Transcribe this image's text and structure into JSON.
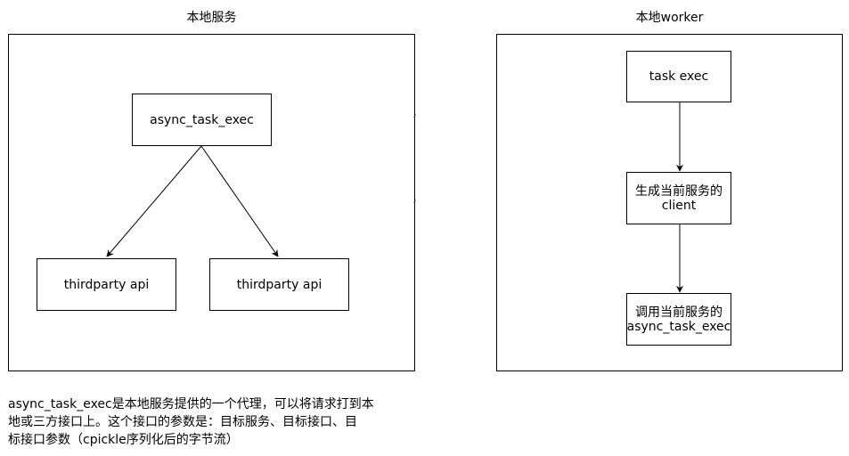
{
  "left_panel": {
    "title": "本地服务",
    "root_node": "async_task_exec",
    "child_nodes": [
      "thirdparty api",
      "thirdparty api"
    ]
  },
  "right_panel": {
    "title": "本地worker",
    "nodes": [
      {
        "lines": [
          "task exec"
        ]
      },
      {
        "lines": [
          "生成当前服务的",
          "client"
        ]
      },
      {
        "lines": [
          "调用当前服务的",
          "async_task_exec"
        ]
      }
    ]
  },
  "note": {
    "lines": [
      "async_task_exec是本地服务提供的一个代理，可以将请求打到本",
      "地或三方接口上。这个接口的参数是：目标服务、目标接口、目",
      "标接口参数（cpickle序列化后的字节流）"
    ]
  }
}
